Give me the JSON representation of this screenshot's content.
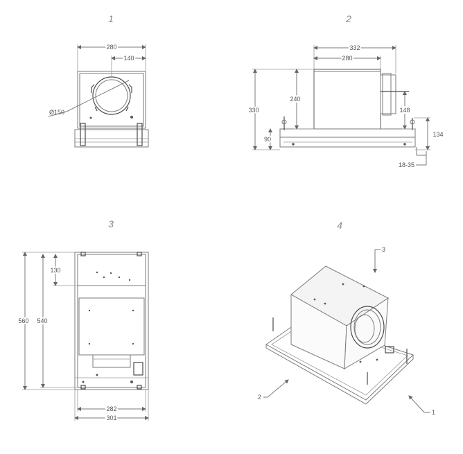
{
  "views": [
    {
      "number": "1"
    },
    {
      "number": "2"
    },
    {
      "number": "3"
    },
    {
      "number": "4"
    }
  ],
  "view1": {
    "width": "280",
    "half": "140",
    "diameter": "Ø150"
  },
  "view2": {
    "depth": "332",
    "body": "280",
    "height": "330",
    "box": "240",
    "base": "90",
    "outlet": "148",
    "side": "134",
    "adjust": "18-35"
  },
  "view3": {
    "top": "130",
    "length": "540",
    "total": "560",
    "inner": "282",
    "outer": "301"
  },
  "view4": {
    "callouts": [
      "3",
      "2",
      "1"
    ]
  }
}
